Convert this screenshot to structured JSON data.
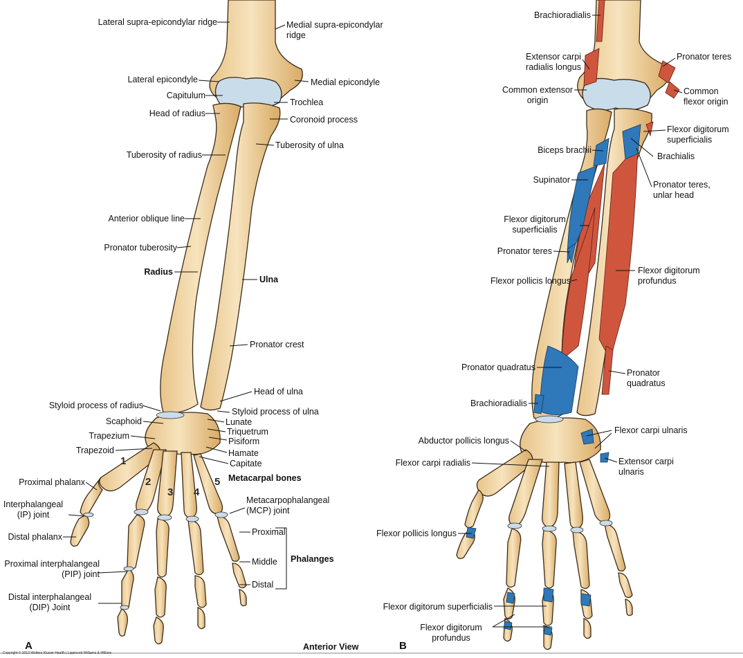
{
  "panels": {
    "a": {
      "letter": "A",
      "labels": {
        "lat_supra": "Lateral supra-epicondylar ridge",
        "med_supra": "Medial supra-epicondylar ridge",
        "lat_epi": "Lateral epicondyle",
        "med_epi": "Medial epicondyle",
        "capitulum": "Capitulum",
        "trochlea": "Trochlea",
        "head_radius": "Head of radius",
        "coronoid": "Coronoid process",
        "tub_radius": "Tuberosity of radius",
        "tub_ulna": "Tuberosity of ulna",
        "ant_oblique": "Anterior oblique line",
        "pron_tuberosity": "Pronator tuberosity",
        "radius": "Radius",
        "ulna": "Ulna",
        "pron_crest": "Pronator crest",
        "head_ulna": "Head of ulna",
        "styloid_radius": "Styloid process of radius",
        "styloid_ulna": "Styloid process of ulna",
        "scaphoid": "Scaphoid",
        "lunate": "Lunate",
        "trapezium": "Trapezium",
        "triquetrum": "Triquetrum",
        "pisiform": "Pisiform",
        "trapezoid": "Trapezoid",
        "hamate": "Hamate",
        "capitate": "Capitate",
        "metacarpals": "Metacarpal bones",
        "prox_phalanx": "Proximal phalanx",
        "ip_joint": "Interphalangeal (IP) joint",
        "mcp_joint": "Metacarpophalangeal (MCP) joint",
        "distal_phalanx": "Distal phalanx",
        "proximal": "Proximal",
        "middle": "Middle",
        "distal": "Distal",
        "phalanges": "Phalanges",
        "pip_joint": "Proximal interphalangeal (PIP) joint",
        "dip_joint": "Distal interphalangeal (DIP) Joint"
      },
      "digit_numbers": [
        "1",
        "2",
        "3",
        "4",
        "5"
      ]
    },
    "b": {
      "letter": "B",
      "labels": {
        "brachioradialis_top": "Brachioradialis",
        "ecrl": "Extensor carpi radialis longus",
        "pronator_teres_top": "Pronator teres",
        "common_ext": "Common extensor origin",
        "common_flex": "Common flexor origin",
        "fds_top": "Flexor digitorum superficialis",
        "biceps": "Biceps brachii",
        "brachialis": "Brachialis",
        "supinator": "Supinator",
        "pt_ulnar": "Pronator teres, unlar head",
        "fds_mid": "Flexor digitorum superficialis",
        "pronator_teres_mid": "Pronator teres",
        "fpl": "Flexor pollicis longus",
        "fdp": "Flexor digitorum profundus",
        "pq_left": "Pronator quadratus",
        "pq_right": "Pronator quadratus",
        "brachioradialis_low": "Brachioradialis",
        "fcu": "Flexor carpi ulnaris",
        "apl": "Abductor pollicis longus",
        "fcr": "Flexor carpi radialis",
        "ecu": "Extensor carpi ulnaris",
        "fpl_hand": "Flexor pollicis longus",
        "fds_hand": "Flexor digitorum superficialis",
        "fdp_hand": "Flexor digitorum profundus"
      }
    }
  },
  "caption": "Anterior View",
  "copyright": "Copyright © 2013 Wolters Kluwer Health | Lippincott Williams & Wilkins",
  "colors": {
    "bone": "#f2d7a6",
    "bone_shade": "#d9ae6e",
    "outline": "#3a2a1a",
    "cartilage": "#c9dcea",
    "muscle_red": "#d0553d",
    "muscle_blue": "#2f78b9"
  }
}
